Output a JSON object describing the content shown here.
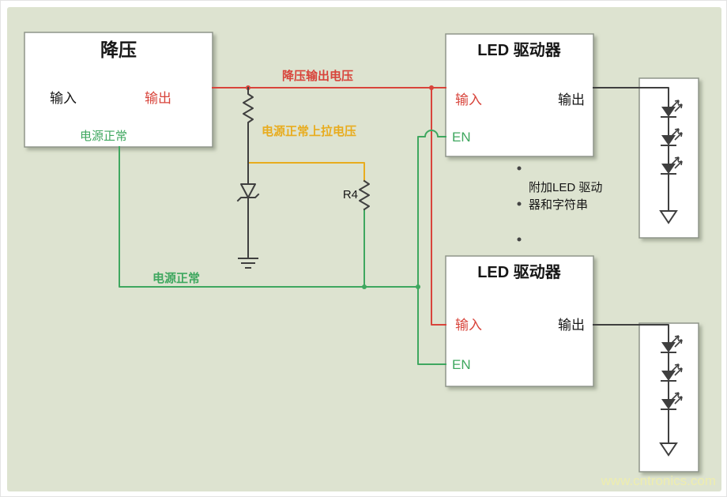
{
  "colors": {
    "background": "#dde3d0",
    "box_fill": "#ffffff",
    "box_border": "#8f968a",
    "wire_red": "#d8443b",
    "wire_green": "#3fa75f",
    "wire_yellow": "#e8ac1e",
    "wire_black": "#3f3f3f"
  },
  "buck": {
    "title": "降压",
    "input_label": "输入",
    "output_label": "输出",
    "power_good_label": "电源正常"
  },
  "led_driver_top": {
    "title": "LED 驱动器",
    "input_label": "输入",
    "output_label": "输出",
    "enable_label": "EN"
  },
  "led_driver_bottom": {
    "title": "LED 驱动器",
    "input_label": "输入",
    "output_label": "输出",
    "enable_label": "EN"
  },
  "wire_labels": {
    "buck_output_voltage": "降压输出电压",
    "power_good_pullup_voltage": "电源正常上拉电压",
    "power_good": "电源正常"
  },
  "components": {
    "pullup_resistor": "R4"
  },
  "expansion_note": {
    "line1": "附加LED 驱动",
    "line2": "器和字符串"
  },
  "watermark": "www.cntronics.com"
}
